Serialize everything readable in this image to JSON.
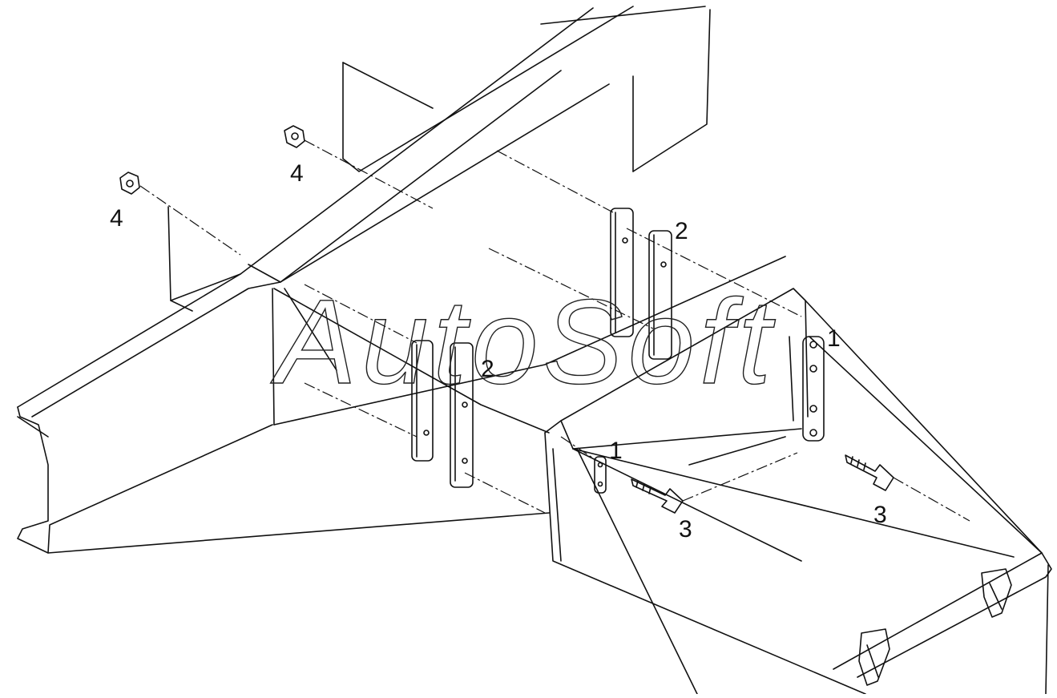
{
  "callouts": {
    "part1_upper": "1",
    "part1_lower": "1",
    "part2_upper": "2",
    "part2_lower": "2",
    "part3_left": "3",
    "part3_right": "3",
    "part4_left": "4",
    "part4_right": "4"
  },
  "watermark": "AutoSoft",
  "colors": {
    "line": "#111111",
    "background": "#ffffff"
  }
}
